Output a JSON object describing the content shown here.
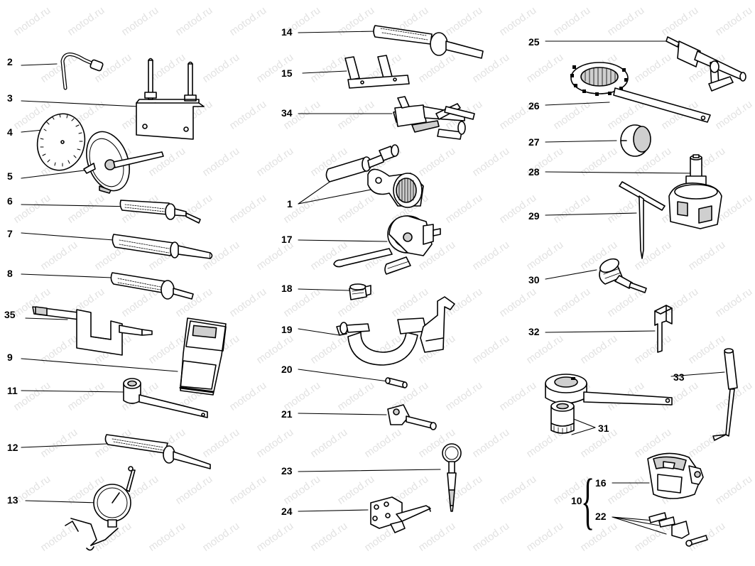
{
  "watermark": "motod.ru",
  "callouts": [
    {
      "id": "2",
      "label": "2"
    },
    {
      "id": "3",
      "label": "3"
    },
    {
      "id": "4",
      "label": "4"
    },
    {
      "id": "5",
      "label": "5"
    },
    {
      "id": "6",
      "label": "6"
    },
    {
      "id": "7",
      "label": "7"
    },
    {
      "id": "8",
      "label": "8"
    },
    {
      "id": "35",
      "label": "35"
    },
    {
      "id": "9",
      "label": "9"
    },
    {
      "id": "11",
      "label": "11"
    },
    {
      "id": "12",
      "label": "12"
    },
    {
      "id": "13",
      "label": "13"
    },
    {
      "id": "14",
      "label": "14"
    },
    {
      "id": "15",
      "label": "15"
    },
    {
      "id": "34",
      "label": "34"
    },
    {
      "id": "1",
      "label": "1"
    },
    {
      "id": "17",
      "label": "17"
    },
    {
      "id": "18",
      "label": "18"
    },
    {
      "id": "19",
      "label": "19"
    },
    {
      "id": "20",
      "label": "20"
    },
    {
      "id": "21",
      "label": "21"
    },
    {
      "id": "23",
      "label": "23"
    },
    {
      "id": "24",
      "label": "24"
    },
    {
      "id": "25",
      "label": "25"
    },
    {
      "id": "26",
      "label": "26"
    },
    {
      "id": "27",
      "label": "27"
    },
    {
      "id": "28",
      "label": "28"
    },
    {
      "id": "29",
      "label": "29"
    },
    {
      "id": "30",
      "label": "30"
    },
    {
      "id": "32",
      "label": "32"
    },
    {
      "id": "33",
      "label": "33"
    },
    {
      "id": "31",
      "label": "31"
    },
    {
      "id": "10",
      "label": "10"
    },
    {
      "id": "16",
      "label": "16"
    },
    {
      "id": "22",
      "label": "22"
    }
  ],
  "colors": {
    "ink": "#000000",
    "fill": "#ffffff",
    "shade": "#cfcfcf",
    "watermark": "#e2e2e2"
  },
  "tools": [
    {
      "callout": "2",
      "icon": "hook-pin-icon"
    },
    {
      "callout": "3",
      "icon": "bracket-studs-icon"
    },
    {
      "callout": "4",
      "icon": "degree-disc-icon"
    },
    {
      "callout": "5",
      "icon": "dial-pointer-icon"
    },
    {
      "callout": "6",
      "icon": "drift-icon"
    },
    {
      "callout": "7",
      "icon": "long-drift-icon"
    },
    {
      "callout": "8",
      "icon": "short-drift-icon"
    },
    {
      "callout": "35",
      "icon": "puller-frame-icon"
    },
    {
      "callout": "9",
      "icon": "tester-icon"
    },
    {
      "callout": "11",
      "icon": "socket-spanner-icon"
    },
    {
      "callout": "12",
      "icon": "punch-icon"
    },
    {
      "callout": "13",
      "icon": "dial-gauge-icon"
    },
    {
      "callout": "14",
      "icon": "pin-drift-icon"
    },
    {
      "callout": "15",
      "icon": "plate-fixture-icon"
    },
    {
      "callout": "34",
      "icon": "t-puller-icon"
    },
    {
      "callout": "1",
      "icon": "bearing-installer-icon"
    },
    {
      "callout": "17",
      "icon": "flywheel-holder-icon"
    },
    {
      "callout": "18",
      "icon": "adapter-nut-icon"
    },
    {
      "callout": "19",
      "icon": "c-clamp-icon"
    },
    {
      "callout": "20",
      "icon": "small-pin-icon"
    },
    {
      "callout": "21",
      "icon": "small-clamp-icon"
    },
    {
      "callout": "23",
      "icon": "pressure-gauge-icon"
    },
    {
      "callout": "24",
      "icon": "valve-tool-icon"
    },
    {
      "callout": "25",
      "icon": "t-handle-puller-icon"
    },
    {
      "callout": "26",
      "icon": "ring-spanner-icon"
    },
    {
      "callout": "27",
      "icon": "bushing-icon"
    },
    {
      "callout": "28",
      "icon": "extractor-icon"
    },
    {
      "callout": "29",
      "icon": "t-wrench-icon"
    },
    {
      "callout": "30",
      "icon": "knurled-adapter-icon"
    },
    {
      "callout": "32",
      "icon": "z-rod-icon"
    },
    {
      "callout": "33",
      "icon": "hook-rod-icon"
    },
    {
      "callout": "31",
      "icon": "clutch-spanner-icon"
    },
    {
      "callout": "16",
      "icon": "housing-gauge-icon"
    },
    {
      "callout": "22",
      "icon": "pin-set-icon"
    }
  ]
}
